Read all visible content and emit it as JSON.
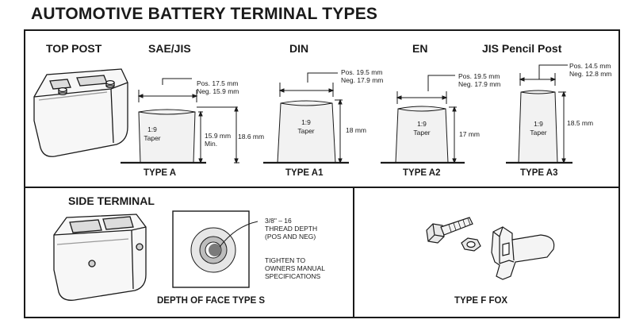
{
  "title": "AUTOMOTIVE BATTERY TERMINAL TYPES",
  "top_post": {
    "heading": "TOP POST",
    "types": [
      {
        "heading": "SAE/JIS",
        "type_label": "TYPE A",
        "pos": "Pos. 17.5 mm",
        "neg": "Neg. 15.9 mm",
        "taper_ratio": "1:9",
        "taper_word": "Taper",
        "min_height": "15.9 mm",
        "min_word": "Min.",
        "height": "18.6 mm"
      },
      {
        "heading": "DIN",
        "type_label": "TYPE A1",
        "pos": "Pos. 19.5 mm",
        "neg": "Neg. 17.9 mm",
        "taper_ratio": "1:9",
        "taper_word": "Taper",
        "height": "18 mm"
      },
      {
        "heading": "EN",
        "type_label": "TYPE A2",
        "pos": "Pos. 19.5 mm",
        "neg": "Neg. 17.9 mm",
        "taper_ratio": "1:9",
        "taper_word": "Taper",
        "height": "17 mm"
      },
      {
        "heading": "JIS Pencil Post",
        "type_label": "TYPE A3",
        "pos": "Pos. 14.5 mm",
        "neg": "Neg. 12.8 mm",
        "taper_ratio": "1:9",
        "taper_word": "Taper",
        "height": "18.5 mm"
      }
    ]
  },
  "side_terminal": {
    "heading": "SIDE TERMINAL",
    "thread": "3/8\" – 16",
    "thread_depth": "THREAD DEPTH",
    "pos_neg": "(POS AND NEG)",
    "tighten_1": "TIGHTEN TO",
    "tighten_2": "OWNERS MANUAL",
    "tighten_3": "SPECIFICATIONS",
    "caption": "DEPTH OF FACE TYPE S"
  },
  "fox": {
    "caption": "TYPE F FOX"
  },
  "colors": {
    "line": "#1a1a1a",
    "fill_light": "#f2f2f2",
    "fill_mid": "#d9d9d9",
    "fill_dark": "#9a9a9a"
  }
}
